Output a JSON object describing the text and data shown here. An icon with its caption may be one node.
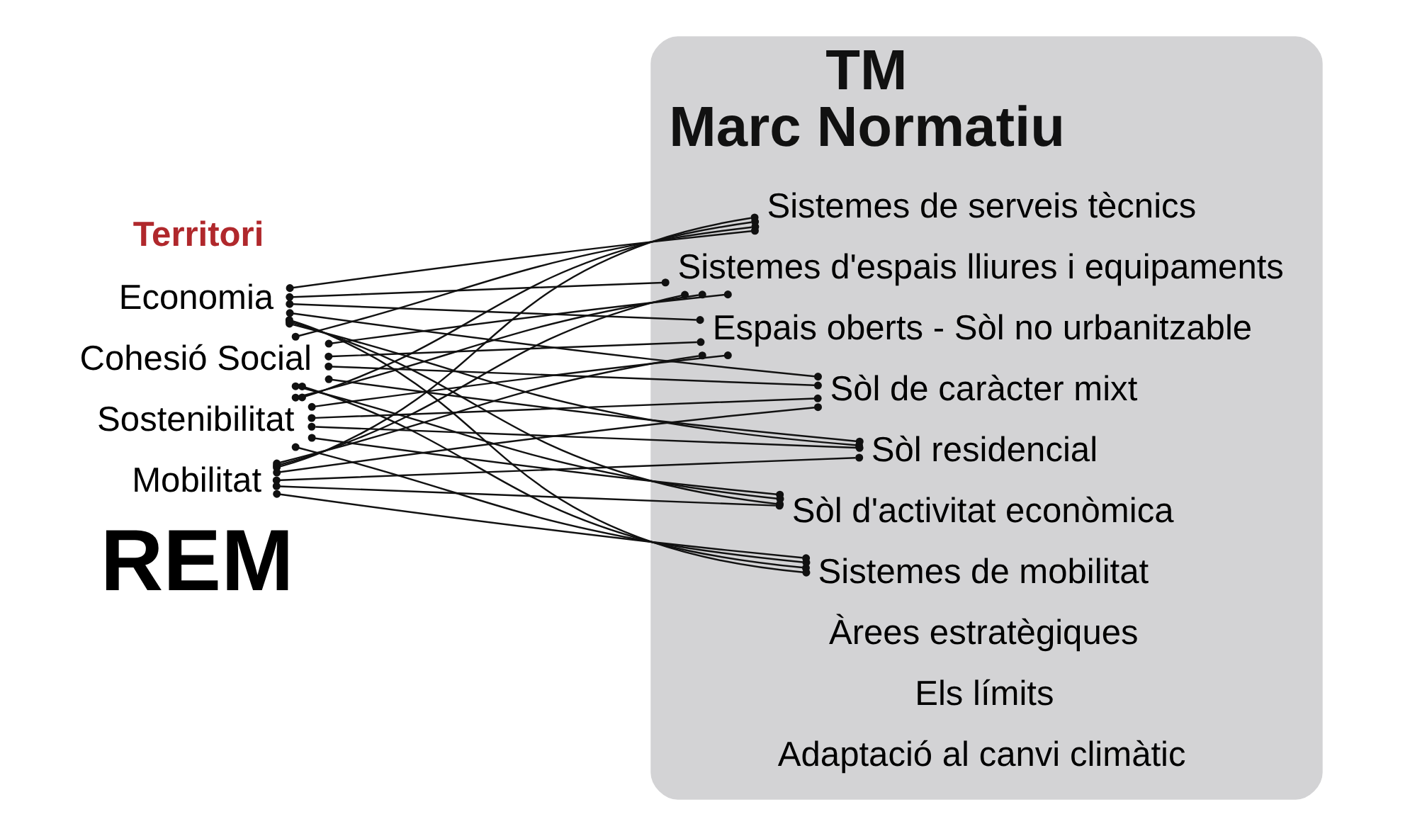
{
  "diagram": {
    "nodes": [
      {
        "text": [
          "REM"
        ]
      },
      {
        "text": [
          "Economia"
        ]
      },
      {
        "text": [
          "Cohesió Social"
        ]
      },
      {
        "text": [
          "Sostenibilitat"
        ]
      },
      {
        "text": [
          "Mobilitat"
        ]
      },
      {
        "text": [
          "Territori"
        ]
      },
      {
        "text": [
          "TM",
          "Marc Normatiu"
        ]
      },
      {
        "text": [
          "Sistemes de mobilitat"
        ],
        "in": 6
      },
      {
        "text": [
          "Sistemes de serveis tècnics"
        ],
        "in": 6
      },
      {
        "text": [
          "Sistemes d'espais lliures i equipaments"
        ],
        "in": 6
      },
      {
        "text": [
          "Espais oberts - Sòl no urbanitzable"
        ],
        "in": 6
      },
      {
        "text": [
          "Sòl de caràcter mixt"
        ],
        "in": 6
      },
      {
        "text": [
          "Sòl residencial"
        ],
        "in": 6
      },
      {
        "text": [
          "Sòl d'activitat econòmica"
        ],
        "in": 6
      },
      {
        "text": [
          "Àrees estratègiques"
        ],
        "in": 6
      },
      {
        "text": [
          "Els límits"
        ],
        "in": 6
      },
      {
        "text": [
          "Adaptació al canvi climàtic"
        ],
        "in": 6
      }
    ],
    "edges": [
      {
        "from": 1,
        "to": 7,
        "arrow": "other"
      },
      {
        "from": 1,
        "to": 8,
        "arrow": "other"
      },
      {
        "from": 1,
        "to": 9,
        "arrow": "other"
      },
      {
        "from": 1,
        "to": 10,
        "arrow": "other"
      },
      {
        "from": 1,
        "to": 11,
        "arrow": "other"
      },
      {
        "from": 1,
        "to": 12,
        "arrow": "other"
      },
      {
        "from": 1,
        "to": 13,
        "arrow": "other"
      },
      {
        "from": 2,
        "to": 7,
        "arrow": "other"
      },
      {
        "from": 2,
        "to": 8,
        "arrow": "other"
      },
      {
        "from": 2,
        "to": 9,
        "arrow": "other"
      },
      {
        "from": 2,
        "to": 10,
        "arrow": "other"
      },
      {
        "from": 2,
        "to": 11,
        "arrow": "other"
      },
      {
        "from": 2,
        "to": 12,
        "arrow": "other"
      },
      {
        "from": 2,
        "to": 13,
        "arrow": "other"
      },
      {
        "from": 3,
        "to": 7,
        "arrow": "other"
      },
      {
        "from": 3,
        "to": 8,
        "arrow": "other"
      },
      {
        "from": 3,
        "to": 9,
        "arrow": "other"
      },
      {
        "from": 3,
        "to": 10,
        "arrow": "other"
      },
      {
        "from": 3,
        "to": 11,
        "arrow": "other"
      },
      {
        "from": 3,
        "to": 12,
        "arrow": "other"
      },
      {
        "from": 3,
        "to": 13,
        "arrow": "other"
      },
      {
        "from": 4,
        "to": 7,
        "arrow": "other"
      },
      {
        "from": 4,
        "to": 8,
        "arrow": "other"
      },
      {
        "from": 4,
        "to": 9,
        "arrow": "other"
      },
      {
        "from": 4,
        "to": 10,
        "arrow": "other"
      },
      {
        "from": 4,
        "to": 11,
        "arrow": "other"
      },
      {
        "from": 4,
        "to": 12,
        "arrow": "other"
      },
      {
        "from": 4,
        "to": 13,
        "arrow": "other"
      }
    ]
  }
}
